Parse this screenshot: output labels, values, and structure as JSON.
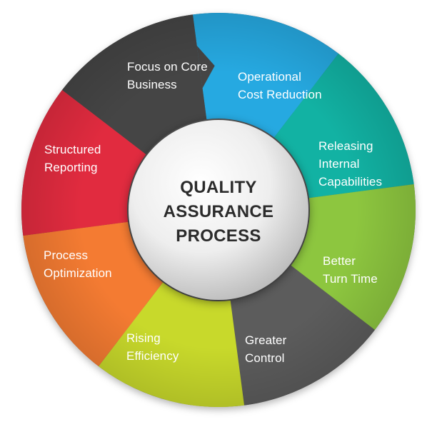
{
  "center": {
    "lines": [
      "QUALITY",
      "ASSURANCE",
      "PROCESS"
    ]
  },
  "segments": [
    {
      "id": "focus-on-core-business",
      "lines": [
        "Focus on Core",
        "Business"
      ],
      "color": "#26A9E1"
    },
    {
      "id": "operational-cost-reduction",
      "lines": [
        "Operational",
        "Cost Reduction"
      ],
      "color": "#12B2A3"
    },
    {
      "id": "releasing-internal-capabilities",
      "lines": [
        "Releasing",
        "Internal",
        "Capabilities"
      ],
      "color": "#8DC63F"
    },
    {
      "id": "better-turn-time",
      "lines": [
        "Better",
        "Turn Time"
      ],
      "color": "#5C5C5C"
    },
    {
      "id": "greater-control",
      "lines": [
        "Greater",
        "Control"
      ],
      "color": "#C8D92B"
    },
    {
      "id": "rising-efficiency",
      "lines": [
        "Rising",
        "Efficiency"
      ],
      "color": "#F47B32"
    },
    {
      "id": "process-optimization",
      "lines": [
        "Process",
        "Optimization"
      ],
      "color": "#E12B3F"
    },
    {
      "id": "structured-reporting",
      "lines": [
        "Structured",
        "Reporting"
      ],
      "color": "#454545"
    }
  ]
}
